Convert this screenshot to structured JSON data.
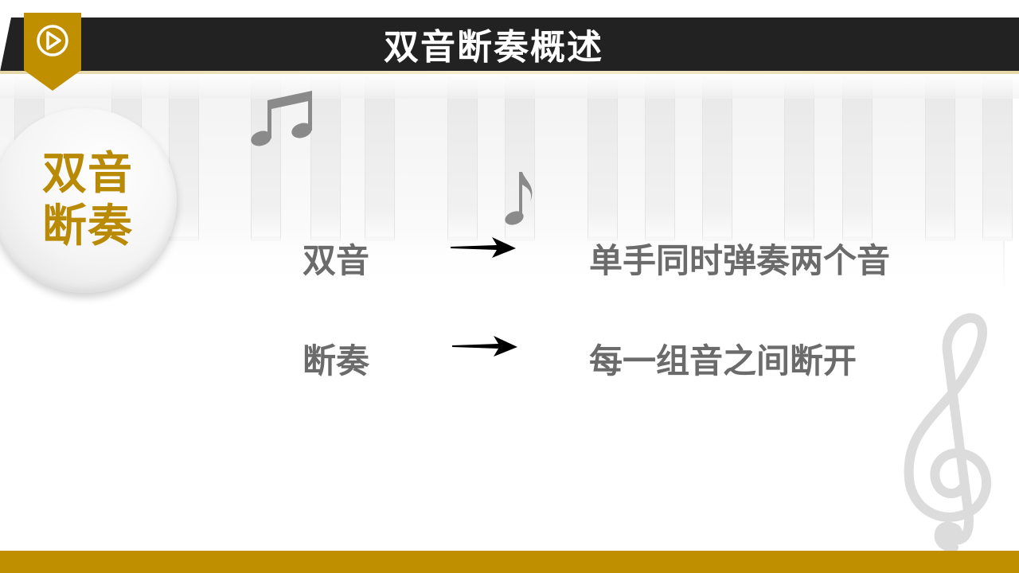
{
  "header": {
    "title": "双音断奏概述",
    "bar_color": "#222222",
    "badge_color": "#bf8f00",
    "badge_icon": "play-circle-icon"
  },
  "circle": {
    "line1": "双音",
    "line2": "断奏",
    "text_color": "#b98a06"
  },
  "rows": [
    {
      "term": "双音",
      "definition": "单手同时弹奏两个音"
    },
    {
      "term": "断奏",
      "definition": "每一组音之间断开"
    }
  ],
  "decorations": {
    "icons": [
      "beamed-eighth-notes-icon",
      "eighth-note-icon",
      "treble-clef-icon",
      "arrow-right-icon"
    ]
  },
  "colors": {
    "text_gray": "#6b6b6b",
    "accent_gold": "#bf8f00"
  }
}
